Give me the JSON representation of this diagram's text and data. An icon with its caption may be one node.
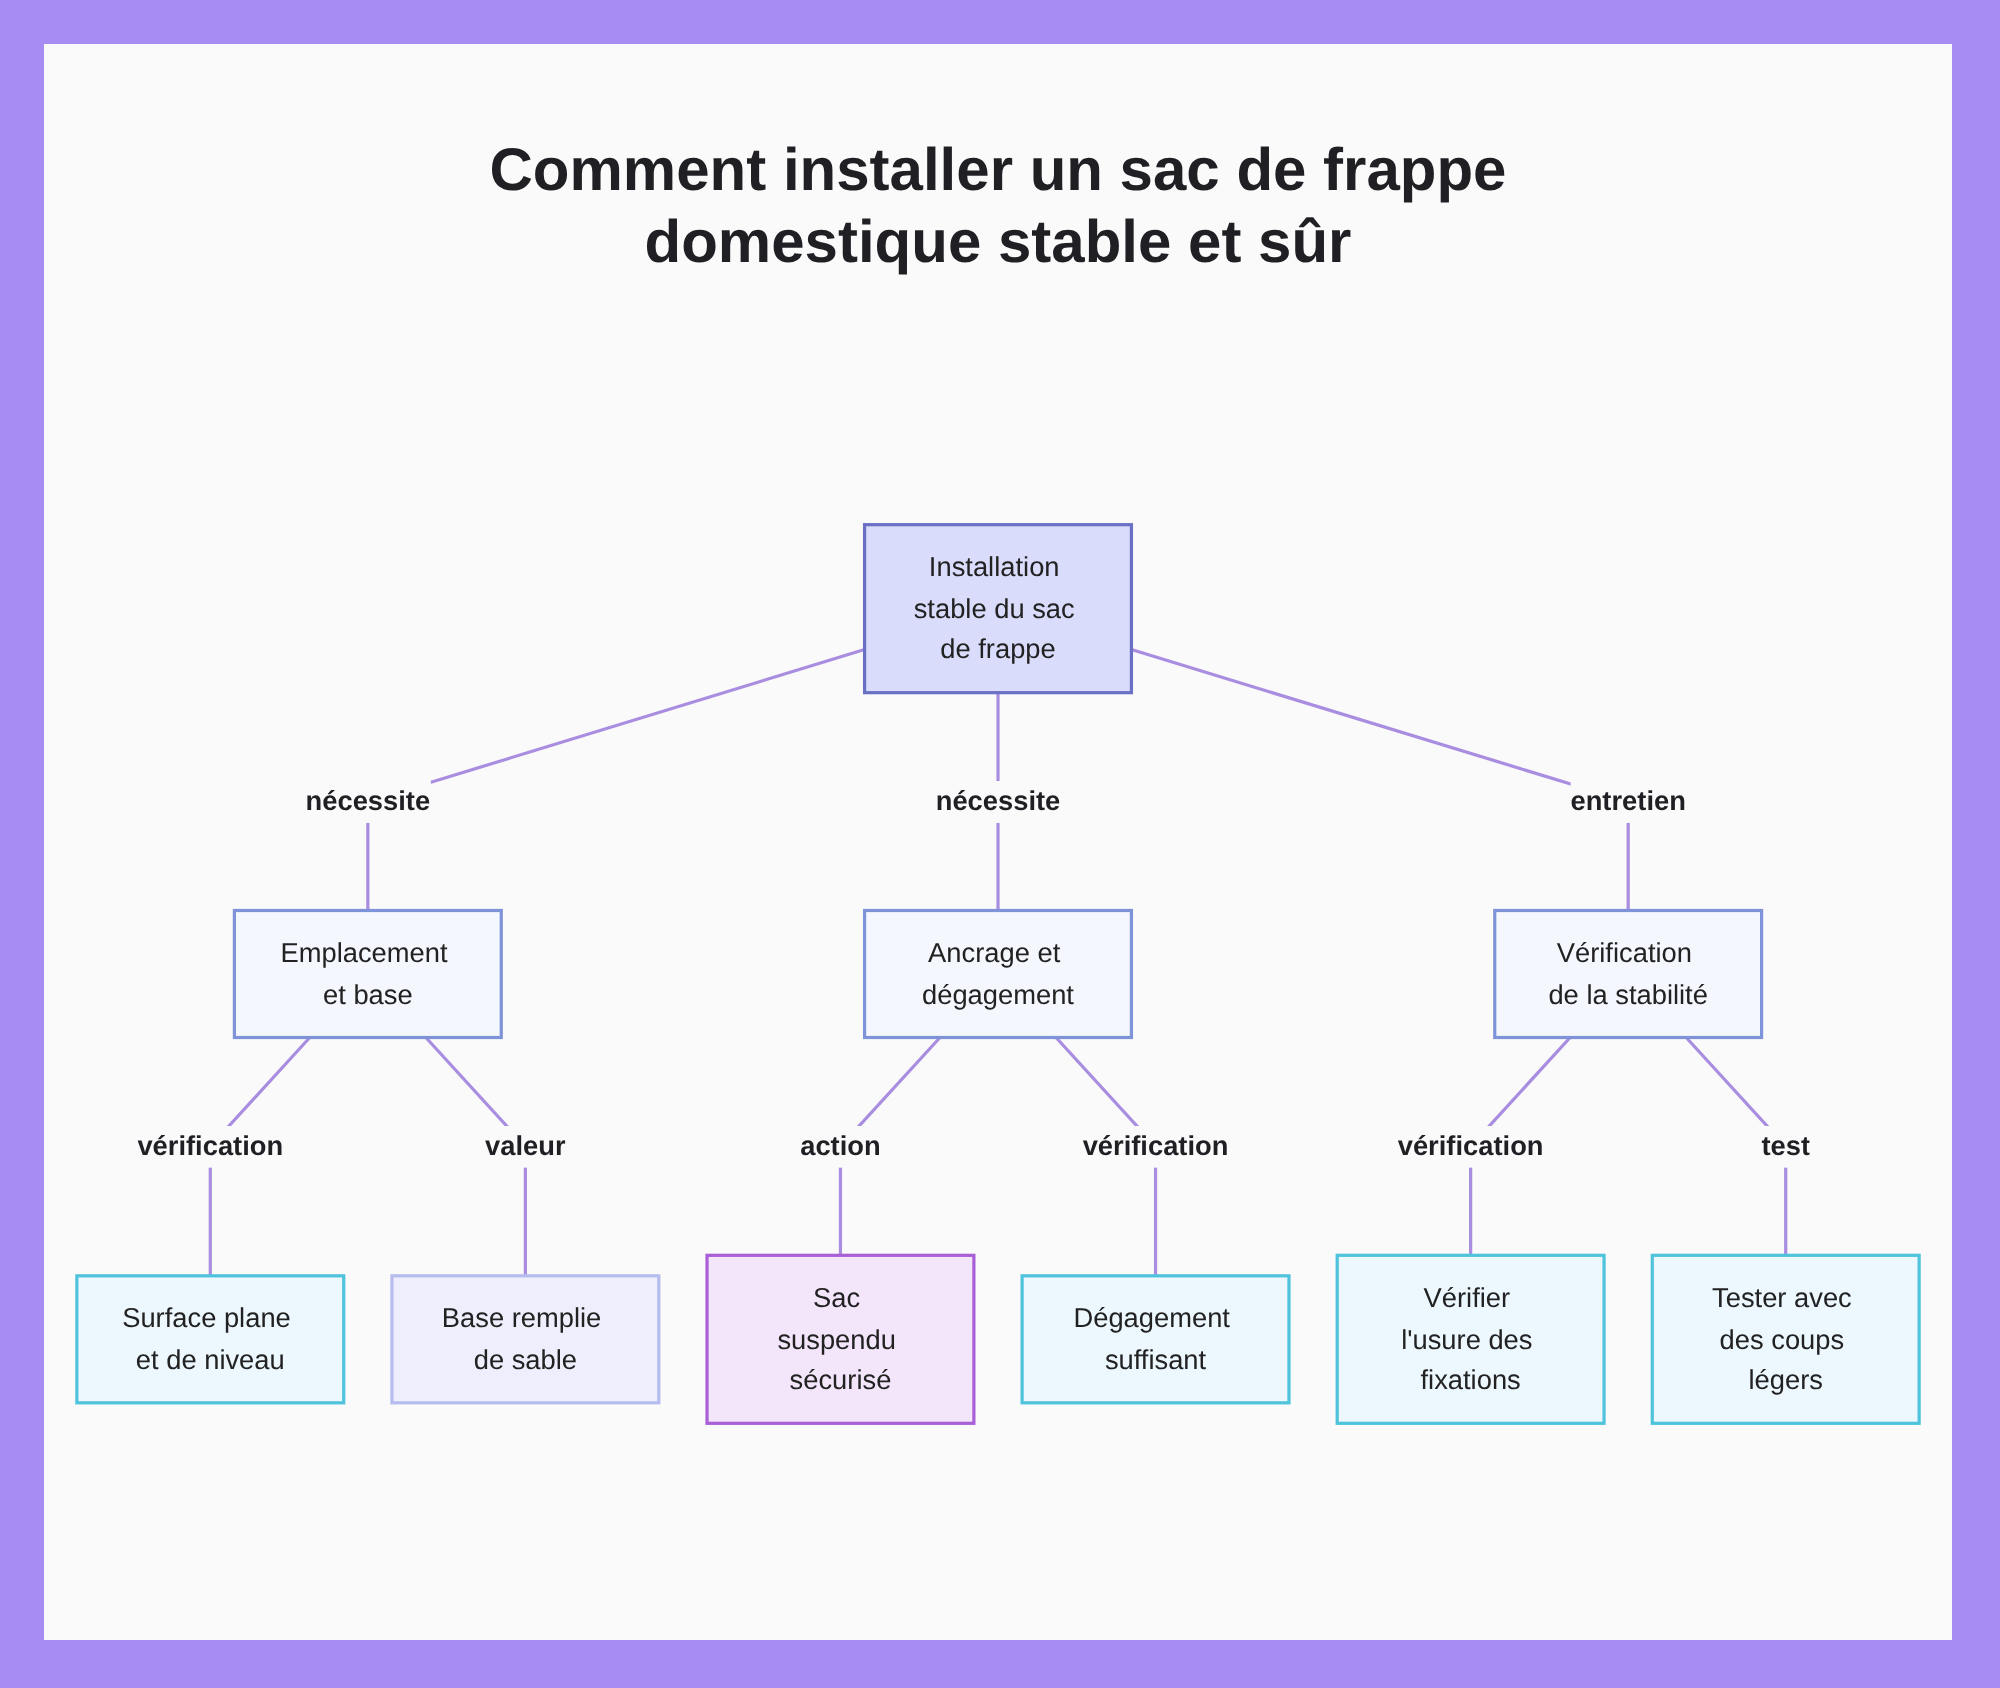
{
  "diagram": {
    "title": "Comment installer un sac de frappe domestique stable et sûr",
    "nodes": [
      {
        "text": [
          "Installation stable du sac de frappe"
        ]
      },
      {
        "text": [
          "Emplacement et base"
        ]
      },
      {
        "text": [
          "Ancrage et dégagement"
        ]
      },
      {
        "text": [
          "Vérification de la stabilité"
        ]
      },
      {
        "text": [
          "Surface plane et de niveau"
        ]
      },
      {
        "text": [
          "Base remplie de sable"
        ]
      },
      {
        "text": [
          "Sac suspendu sécurisé"
        ]
      },
      {
        "text": [
          "Dégagement suffisant"
        ]
      },
      {
        "text": [
          "Vérifier l'usure des fixations"
        ]
      },
      {
        "text": [
          "Tester avec des coups légers"
        ]
      }
    ],
    "edges": [
      {
        "from": 0,
        "to": 1,
        "arrow": "none",
        "label": "nécessite"
      },
      {
        "from": 0,
        "to": 2,
        "arrow": "none",
        "label": "nécessite"
      },
      {
        "from": 0,
        "to": 3,
        "arrow": "none",
        "label": "entretien"
      },
      {
        "from": 1,
        "to": 4,
        "arrow": "none",
        "label": "vérification"
      },
      {
        "from": 1,
        "to": 5,
        "arrow": "none",
        "label": "valeur"
      },
      {
        "from": 2,
        "to": 6,
        "arrow": "none",
        "label": "action"
      },
      {
        "from": 2,
        "to": 7,
        "arrow": "none",
        "label": "vérification"
      },
      {
        "from": 3,
        "to": 8,
        "arrow": "none",
        "label": "vérification"
      },
      {
        "from": 3,
        "to": 9,
        "arrow": "none",
        "label": "test"
      }
    ]
  }
}
